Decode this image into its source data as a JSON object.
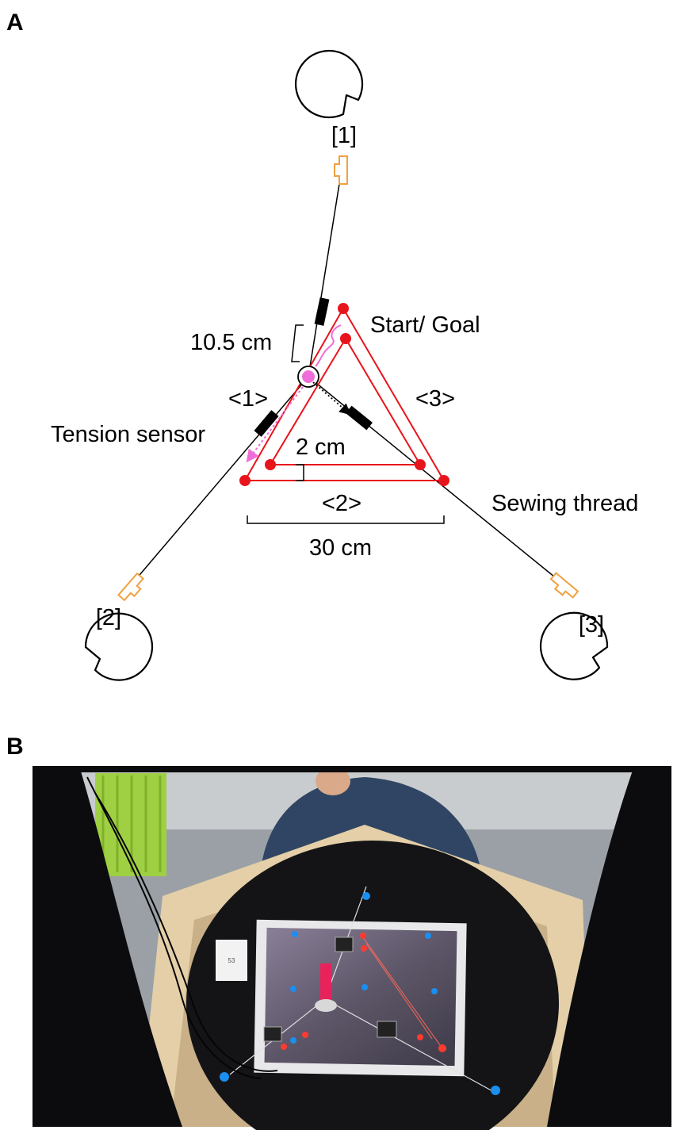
{
  "panels": {
    "a": {
      "letter": "A"
    },
    "b": {
      "letter": "B"
    }
  },
  "diagram": {
    "participants": [
      {
        "label": "[1]"
      },
      {
        "label": "[2]"
      },
      {
        "label": "[3]"
      }
    ],
    "sides": [
      {
        "label": "<1>"
      },
      {
        "label": "<2>"
      },
      {
        "label": "<3>"
      }
    ],
    "annotations": {
      "start_goal": "Start/ Goal",
      "offset_length": "10.5 cm",
      "tension_sensor": "Tension sensor",
      "track_width": "2 cm",
      "sewing_thread": "Sewing thread",
      "base_length": "30 cm"
    },
    "colors": {
      "track": "#e8141c",
      "marker": "#f06cd8",
      "handle": "#f0a040",
      "sensor": "#000000"
    }
  },
  "photo": {
    "card_label": "53",
    "dot_colors": {
      "blue": "#1a8ff0",
      "red": "#ff3b30"
    }
  }
}
